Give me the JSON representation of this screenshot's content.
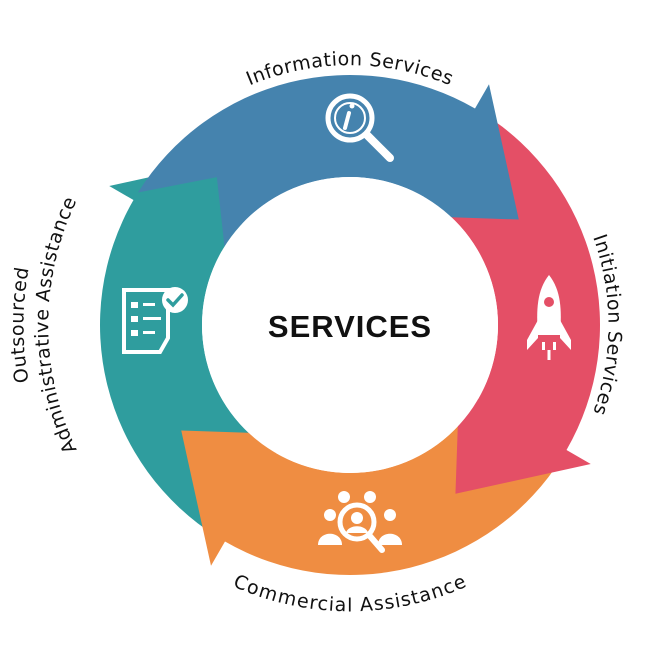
{
  "center_title": "SERVICES",
  "segments": [
    {
      "label": "Information Services",
      "color": "#4583ae",
      "icon": "info-magnifier-icon"
    },
    {
      "label": "Initiation Services",
      "color": "#e44f66",
      "icon": "rocket-icon"
    },
    {
      "label": "Commercial Assistance",
      "color": "#ef8d42",
      "icon": "people-search-icon"
    },
    {
      "label_line1": "Outsourced",
      "label_line2": "Administrative Assistance",
      "color": "#2f9d9e",
      "icon": "checklist-document-icon"
    }
  ]
}
